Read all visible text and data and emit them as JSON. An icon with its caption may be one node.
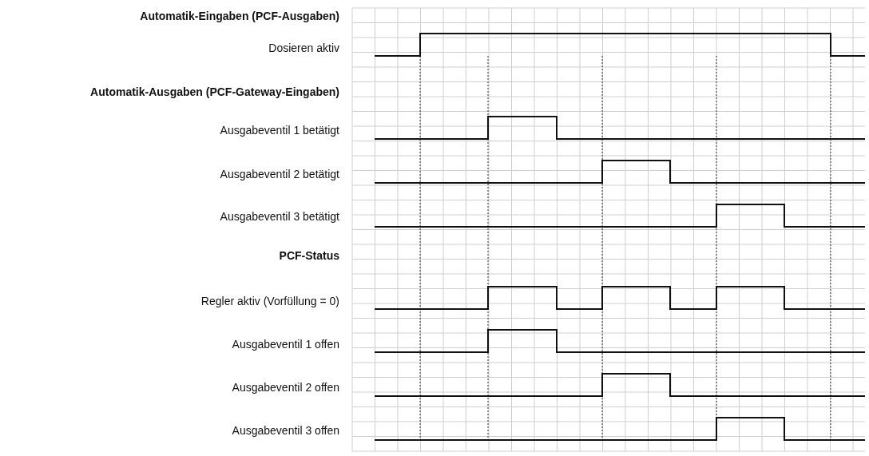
{
  "diagram": {
    "labels": [
      "Automatik-Eingaben (PCF-Ausgaben)",
      "Dosieren aktiv",
      "Automatik-Ausgaben (PCF-Gateway-Eingaben)",
      "Ausgabeventil 1 betätigt",
      "Ausgabeventil 2 betätigt",
      "Ausgabeventil 3 betätigt",
      "PCF-Status",
      "Regler aktiv (Vorfüllung = 0)",
      "Ausgabeventil 1 offen",
      "Ausgabeventil 2 offen",
      "Ausgabeventil 3 offen"
    ]
  }
}
